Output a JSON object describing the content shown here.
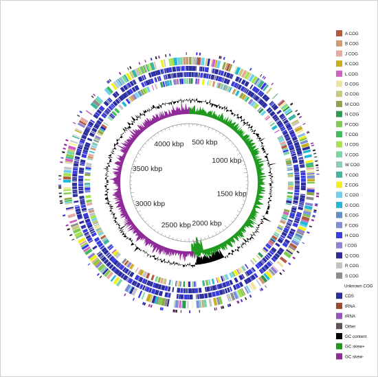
{
  "figure": {
    "ring_labels": [
      {
        "text": "500  kbp",
        "angle_deg": 21
      },
      {
        "text": "1000  kbp",
        "angle_deg": 59
      },
      {
        "text": "1500  kbp",
        "angle_deg": 104
      },
      {
        "text": "2000  kbp",
        "angle_deg": 156
      },
      {
        "text": "2500  kbp",
        "angle_deg": 197
      },
      {
        "text": "3000  kbp",
        "angle_deg": 242
      },
      {
        "text": "3500  kbp",
        "angle_deg": 289
      },
      {
        "text": "4000  kbp",
        "angle_deg": 333
      }
    ],
    "legend": [
      {
        "label": "A COG",
        "color": "#b4583f"
      },
      {
        "label": "B COG",
        "color": "#cf9a73"
      },
      {
        "label": "J COG",
        "color": "#e5a9a2"
      },
      {
        "label": "K COG",
        "color": "#c8ad1e"
      },
      {
        "label": "L COG",
        "color": "#d45fc0"
      },
      {
        "label": "D COG",
        "color": "#efe5a3"
      },
      {
        "label": "O COG",
        "color": "#c9c97d"
      },
      {
        "label": "M COG",
        "color": "#8fa54a"
      },
      {
        "label": "N COG",
        "color": "#2e9a4e"
      },
      {
        "label": "P COG",
        "color": "#7fc94f"
      },
      {
        "label": "T COG",
        "color": "#3fbf5a"
      },
      {
        "label": "U COG",
        "color": "#a6e24a"
      },
      {
        "label": "V COG",
        "color": "#78d6a2"
      },
      {
        "label": "W COG",
        "color": "#8ec9bd"
      },
      {
        "label": "Y COG",
        "color": "#3db59f"
      },
      {
        "label": "Z COG",
        "color": "#f3f019"
      },
      {
        "label": "C COG",
        "color": "#6ed0ef"
      },
      {
        "label": "G COG",
        "color": "#1fb8d6"
      },
      {
        "label": "E COG",
        "color": "#5e8fc6"
      },
      {
        "label": "F COG",
        "color": "#7b8fd9"
      },
      {
        "label": "H COG",
        "color": "#3a3be0"
      },
      {
        "label": "I COG",
        "color": "#8d83d6"
      },
      {
        "label": "Q COG",
        "color": "#2e2a99"
      },
      {
        "label": "R COG",
        "color": "#c4c4c4"
      },
      {
        "label": "S COG",
        "color": "#8c8c8c"
      },
      {
        "label": "Unknown COG",
        "color": ""
      },
      {
        "label": "CDS",
        "color": "#2b2e9f"
      },
      {
        "label": "tRNA",
        "color": "#9c4a2c"
      },
      {
        "label": "rRNA",
        "color": "#9b52c0"
      },
      {
        "label": "Other",
        "color": "#5c5457"
      },
      {
        "label": "GC content",
        "color": "#000000"
      },
      {
        "label": "GC skew+",
        "color": "#1f9a1f"
      },
      {
        "label": "GC skew-",
        "color": "#8f2b98"
      }
    ]
  }
}
